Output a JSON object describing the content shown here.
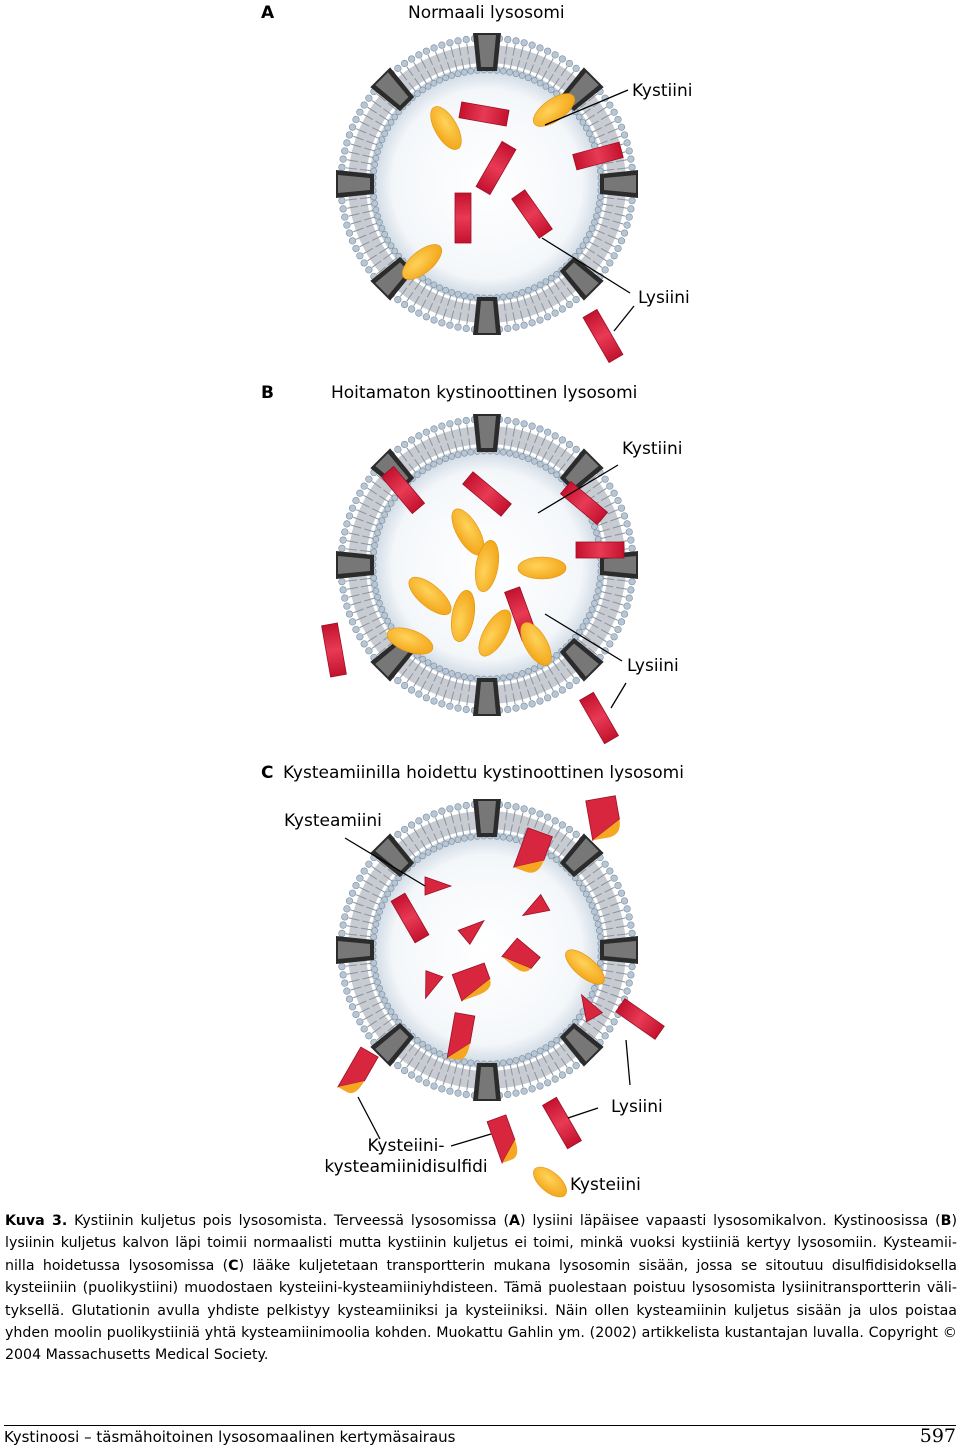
{
  "panels": [
    {
      "letter": "A",
      "title": "Normaali lysosomi",
      "label_top": "Kystiini",
      "label_bottom": "Lysiini"
    },
    {
      "letter": "B",
      "title": "Hoitamaton kystinoottinen lysosomi",
      "label_top": "Kystiini",
      "label_bottom": "Lysiini"
    },
    {
      "letter": "C",
      "title": "Kysteamiinilla hoidettu kystinoottinen lysosomi",
      "label_top": "Kysteamiini",
      "label_right": "Lysiini",
      "label_bottom_right": "Kysteiini",
      "label_bottom_left": [
        "Kysteiini-",
        "kysteamiinidisulfidi"
      ]
    }
  ],
  "caption": {
    "kuva": "Kuva 3.",
    "parts": [
      {
        "t": " Kystiinin kuljetus pois lysosomista. Terveessä lysosomissa ("
      },
      {
        "b": "A"
      },
      {
        "t": ") lysiini läpäisee vapaasti lysosomikalvon. Kystinoosissa ("
      },
      {
        "b": "B"
      },
      {
        "t": ") lysiinin kuljetus kalvon läpi toimii normaalisti mutta kystiinin kuljetus ei toimi, minkä vuoksi kystiiniä kertyy lysosomiin. Kysteamii-nilla hoidetussa lysosomissa ("
      },
      {
        "b": "C"
      },
      {
        "t": ") lääke kuljetetaan transportterin mukana lysosomin sisään, jossa se sitoutuu disulfidisidoksella kysteiiniin (puolikystiini) muodostaen kysteiini-kysteamiiniyhdisteen. Tämä puolestaan poistuu lysosomista lysiinitransportterin väli-tyksellä. Glutationin avulla yhdiste pelkistyy kysteamiiniksi ja kysteiiniksi. Näin ollen kysteamiinin kuljetus sisään ja ulos poistaa yhden moolin puolikystiiniä yhtä kysteamiinimoolia kohden. Muokattu Gahlin ym. (2002) artikkelista kustantajan luvalla. Copyright © 2004 Massachusetts Medical Society."
      }
    ]
  },
  "footer": {
    "left": "Kystinoosi – täsmähoitoinen lysosomaalinen kertymäsairaus",
    "page": "597"
  },
  "colors": {
    "lysine": "#d9263f",
    "cystine": "#f5a623",
    "membrane": "#9aa3ad",
    "head": "#b7c6d5"
  }
}
